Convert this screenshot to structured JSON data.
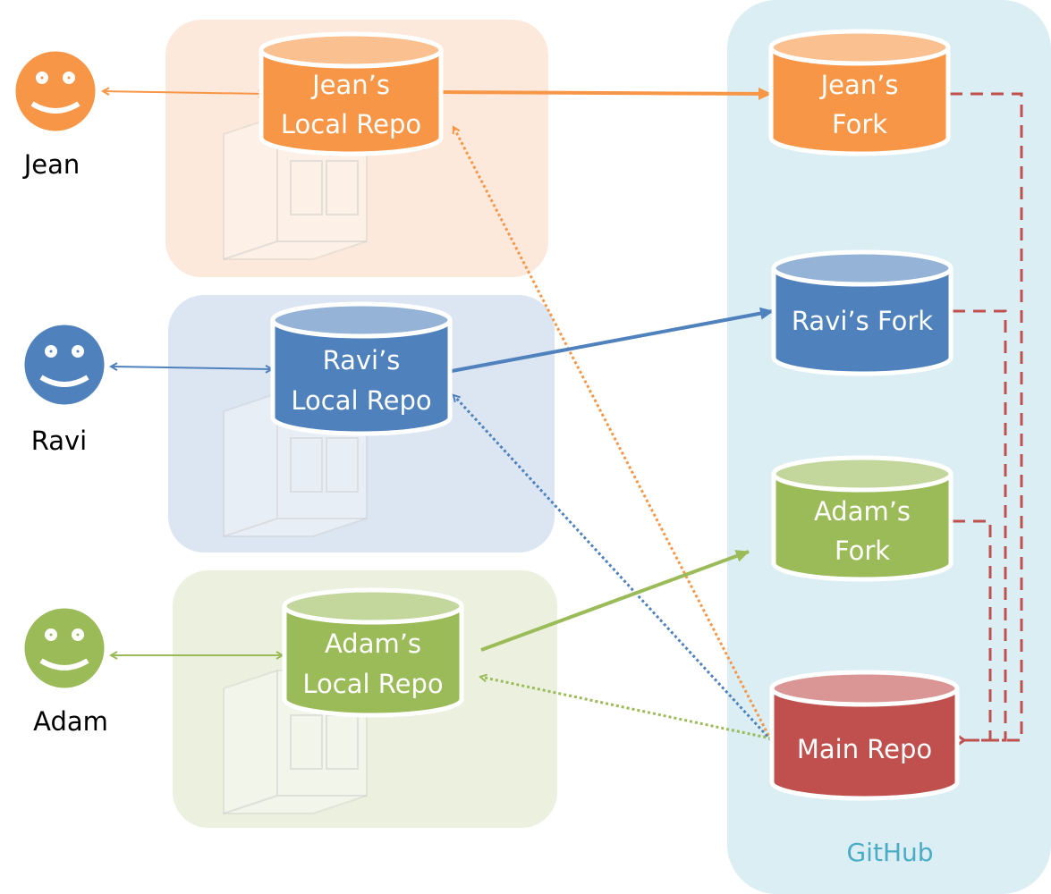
{
  "colors": {
    "jean": "#f79646",
    "ravi": "#4f81bd",
    "adam": "#9bbb59",
    "main": "#c0504d",
    "github": "#4bacc6"
  },
  "people": {
    "jean": "Jean",
    "ravi": "Ravi",
    "adam": "Adam"
  },
  "repos": {
    "jean_local": [
      "Jean’s",
      "Local Repo"
    ],
    "ravi_local": [
      "Ravi’s",
      "Local Repo"
    ],
    "adam_local": [
      "Adam’s",
      "Local Repo"
    ],
    "jean_fork": [
      "Jean’s",
      "Fork"
    ],
    "ravi_fork": [
      "Ravi’s Fork"
    ],
    "adam_fork": [
      "Adam’s",
      "Fork"
    ],
    "main": [
      "Main Repo"
    ]
  },
  "github_label": "GitHub",
  "icons": {
    "person": "smiley-face-icon",
    "machine": "computer-tower-icon",
    "repo": "database-cylinder-icon"
  }
}
